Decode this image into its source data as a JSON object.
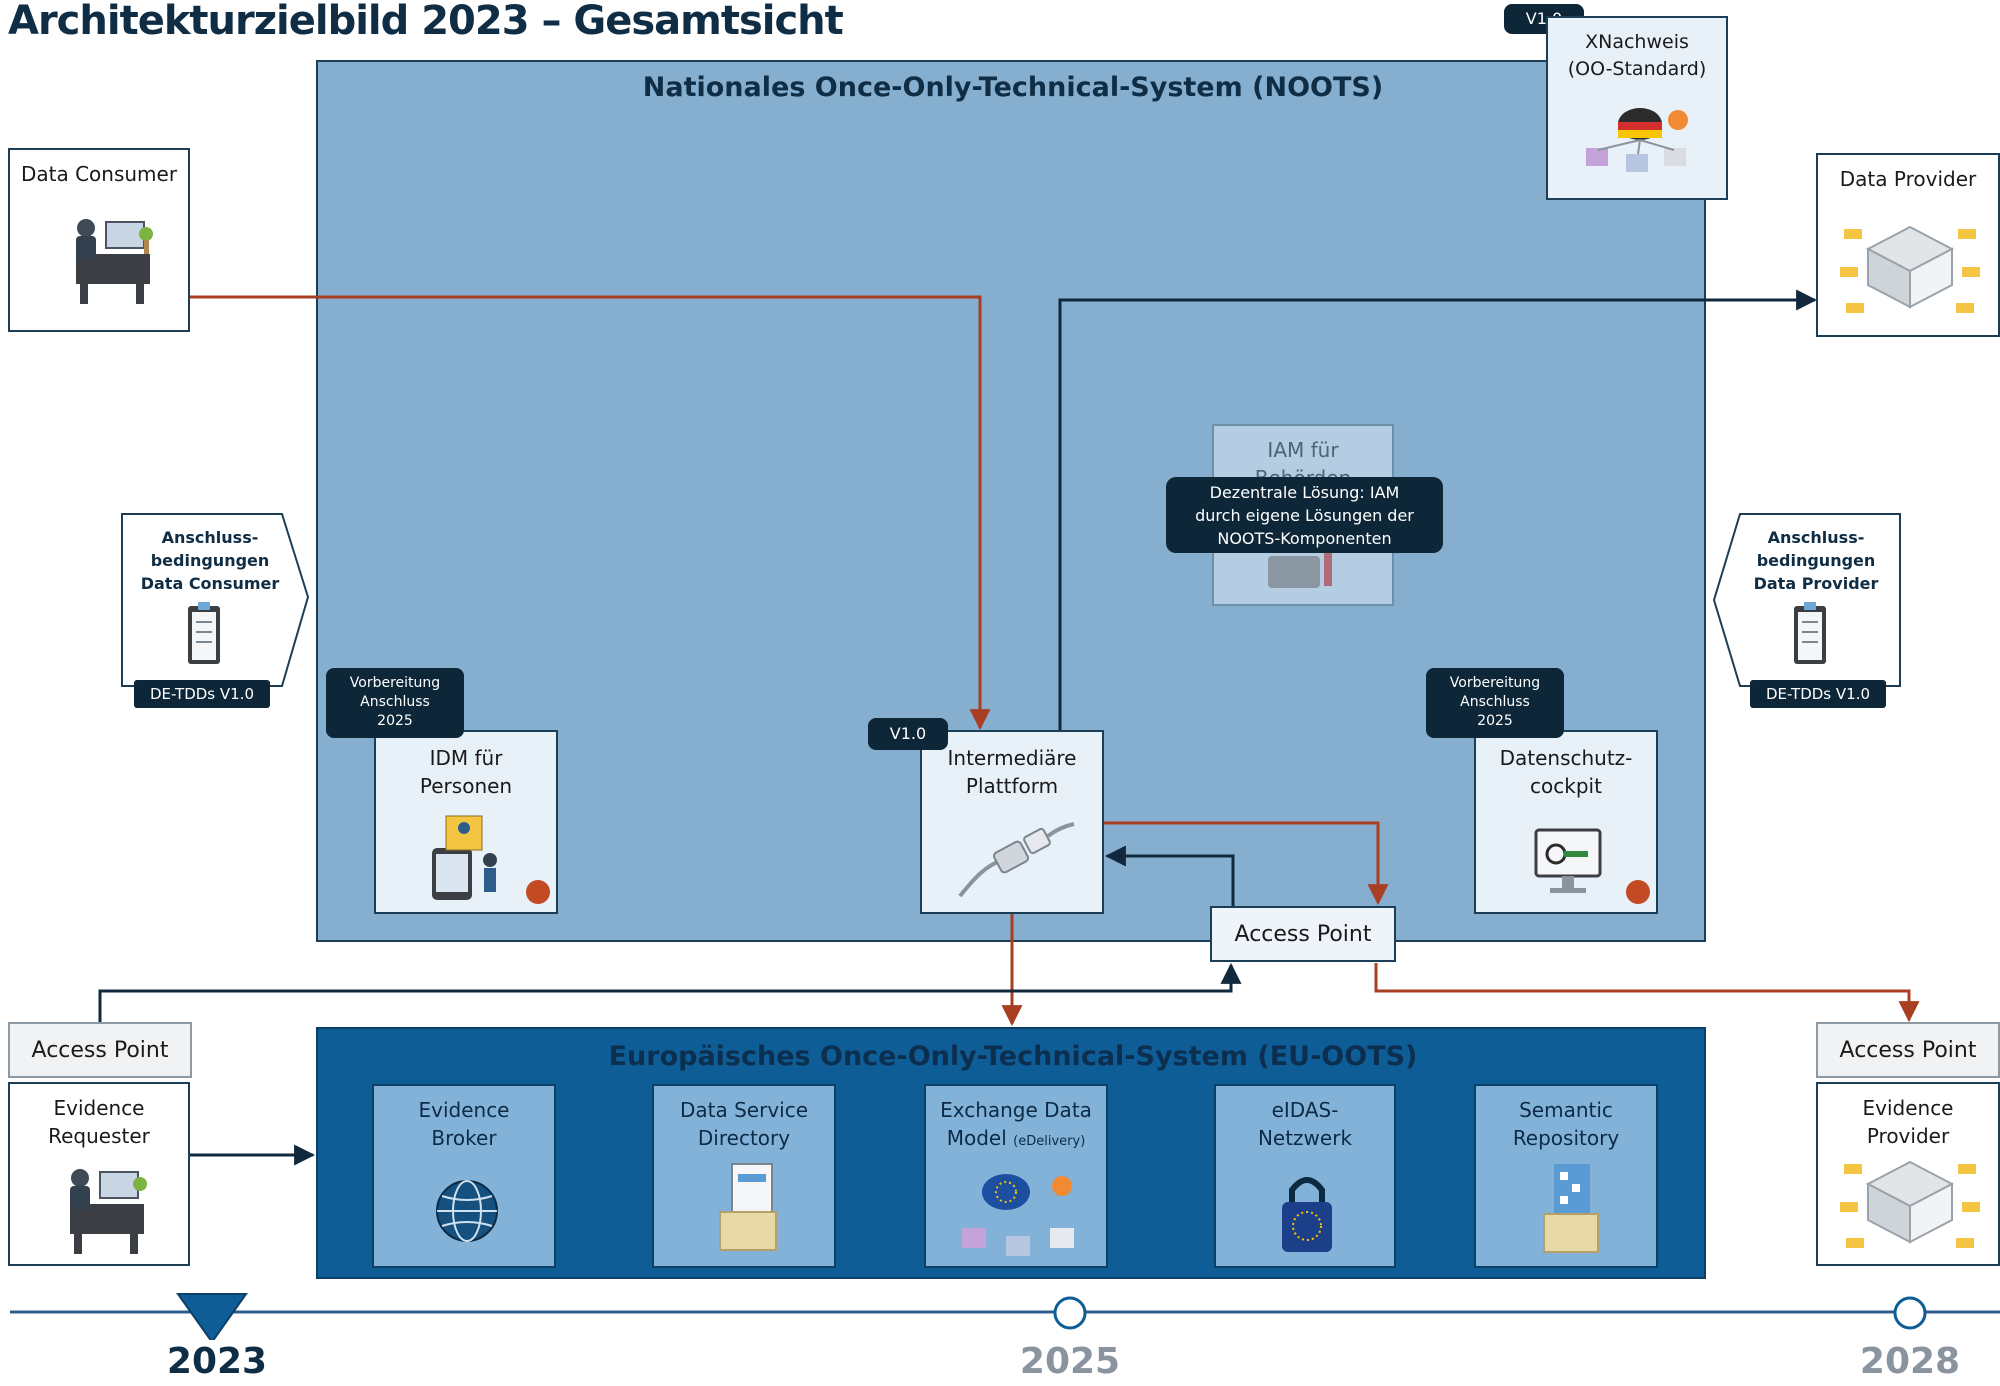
{
  "title": "Architekturzielbild 2023 – Gesamtsicht",
  "noots": {
    "title": "Nationales Once-Only-Technical-System (NOOTS)",
    "components": {
      "idm": {
        "line1": "IDM für",
        "line2": "Personen",
        "tag": [
          "Vorbereitung",
          "Anschluss",
          "2025"
        ]
      },
      "intermediary": {
        "line1": "Intermediäre",
        "line2": "Plattform",
        "version": "V1.0"
      },
      "privacy": {
        "line1": "Datenschutz-",
        "line2": "cockpit",
        "tag": [
          "Vorbereitung",
          "Anschluss",
          "2025"
        ]
      },
      "iam": {
        "line1": "IAM für",
        "line2": "Behörden",
        "note": [
          "Dezentrale Lösung: IAM",
          "durch eigene Lösungen der",
          "NOOTS-Komponenten"
        ]
      },
      "access_point": "Access Point"
    }
  },
  "xnachweis": {
    "line1": "XNachweis",
    "line2": "(OO-Standard)",
    "version": "V1.0"
  },
  "data_consumer": {
    "label": "Data Consumer"
  },
  "data_provider": {
    "label": "Data Provider"
  },
  "conditions_consumer": {
    "lines": [
      "Anschluss-",
      "bedingungen",
      "Data Consumer"
    ],
    "tag": "DE-TDDs V1.0"
  },
  "conditions_provider": {
    "lines": [
      "Anschluss-",
      "bedingungen",
      "Data Provider"
    ],
    "tag": "DE-TDDs V1.0"
  },
  "eu_oots": {
    "title": "Europäisches Once-Only-Technical-System (EU-OOTS)",
    "components": [
      {
        "line1": "Evidence",
        "line2": "Broker"
      },
      {
        "line1": "Data Service",
        "line2": "Directory"
      },
      {
        "line1": "Exchange Data",
        "line2": "Model",
        "small": "(eDelivery)"
      },
      {
        "line1": "eIDAS-",
        "line2": "Netzwerk"
      },
      {
        "line1": "Semantic",
        "line2": "Repository"
      }
    ]
  },
  "left_access_point": "Access Point",
  "right_access_point": "Access Point",
  "evidence_requester": {
    "line1": "Evidence",
    "line2": "Requester"
  },
  "evidence_provider": {
    "line1": "Evidence",
    "line2": "Provider"
  },
  "timeline": {
    "years": [
      "2023",
      "2025",
      "2028"
    ],
    "current": "2023"
  },
  "colors": {
    "noots_bg": "#86afcf",
    "eu_bg": "#0f5d96",
    "red_arrow": "#a83e22",
    "dark_arrow": "#12293d",
    "tag_bg": "#0d2638"
  }
}
